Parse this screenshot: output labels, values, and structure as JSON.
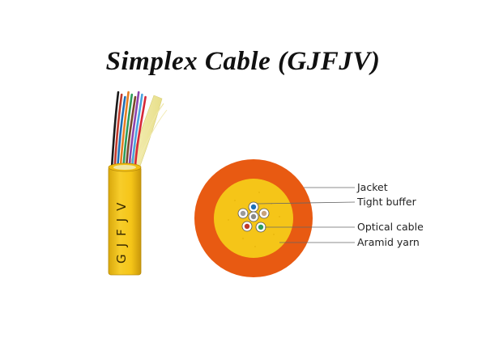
{
  "title": "Simplex Cable (GJFJV)",
  "cable": {
    "jacket_print": "GJFJV",
    "jacket_color": "#F5C518",
    "fiber_colors": [
      "#1a1a1a",
      "#c0392b",
      "#1f6fb5",
      "#e67e22",
      "#2e9c5a",
      "#7a4a2a",
      "#8e44ad",
      "#4aa3df",
      "#d62839"
    ]
  },
  "cross_section": {
    "jacket_color": "#E85A12",
    "yarn_color": "#F5C518",
    "labels": {
      "jacket": "Jacket",
      "tight_buffer": "Tight buffer",
      "optical_cable": "Optical cable",
      "aramid_yarn": "Aramid yarn"
    }
  }
}
